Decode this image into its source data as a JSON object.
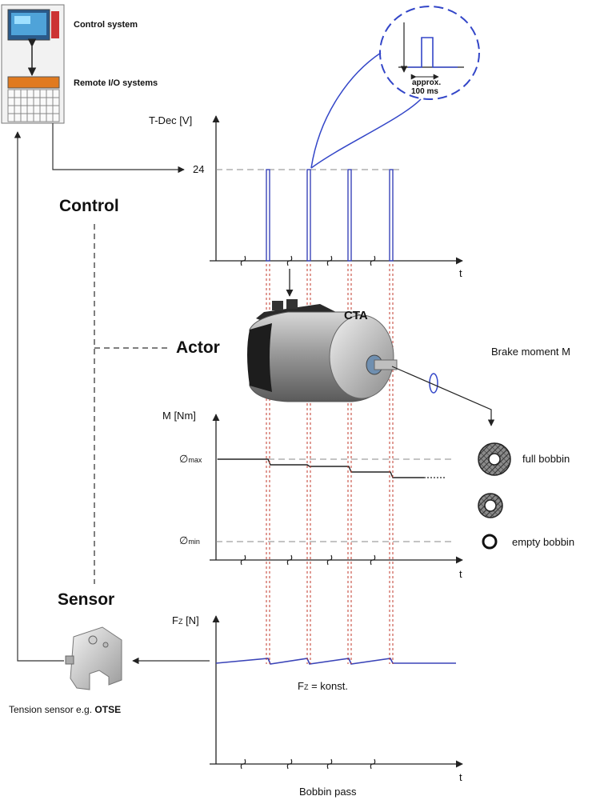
{
  "labels": {
    "control_system": "Control system",
    "remote_io": "Remote I/O systems",
    "control": "Control",
    "actor": "Actor",
    "sensor": "Sensor",
    "cta": "CTA",
    "brake_moment": "Brake moment M",
    "full_bobbin": "full bobbin",
    "empty_bobbin": "empty bobbin",
    "tension_sensor_prefix": "Tension sensor e.g. ",
    "tension_sensor_name": "OTSE",
    "fz_konst_prefix": "F",
    "fz_konst_sub": "Z",
    "fz_konst_suffix": " = konst.",
    "bobbin_pass": "Bobbin pass",
    "pulse_approx": "approx.",
    "pulse_ms": "100 ms"
  },
  "charts": {
    "tdec": {
      "ylabel": "T-Dec [V]",
      "xlabel": "t",
      "tick": "24"
    },
    "moment": {
      "ylabel": "M [Nm]",
      "xlabel": "t",
      "tick_max": "∅",
      "tick_max_sub": "max",
      "tick_min": "∅",
      "tick_min_sub": "min"
    },
    "force": {
      "ylabel_main": "F",
      "ylabel_sub": "Z",
      "ylabel_unit": " [N]",
      "xlabel": "t"
    }
  },
  "chart_data": [
    {
      "type": "line",
      "title": "",
      "ylabel": "T-Dec [V]",
      "xlabel": "t",
      "series": [
        {
          "pulses_at_level": 24,
          "pulse_count": 4,
          "pulse_width": "approx. 100 ms"
        }
      ]
    },
    {
      "type": "line",
      "title": "",
      "ylabel": "M [Nm]",
      "xlabel": "t",
      "series": [
        {
          "description_levels": [
            "∅max",
            "∅min"
          ],
          "steps": 4
        }
      ]
    },
    {
      "type": "line",
      "title": "",
      "ylabel": "FZ [N]",
      "xlabel": "t",
      "series": [
        {
          "note": "FZ = konst."
        }
      ]
    }
  ],
  "colors": {
    "pulse_blue": "#3a44b8",
    "dashed_red": "#c0392b",
    "ellipse_blue": "#3346c8",
    "line_dark": "#333333",
    "dash_grey": "#777777",
    "bobbin_hatch": "#555555"
  }
}
